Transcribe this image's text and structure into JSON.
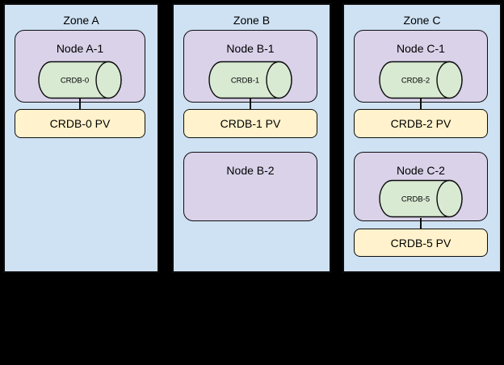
{
  "diagram": {
    "zones": [
      {
        "label": "Zone A",
        "nodes": [
          {
            "label": "Node A-1",
            "db": "CRDB-0",
            "pv": "CRDB-0 PV"
          }
        ]
      },
      {
        "label": "Zone B",
        "nodes": [
          {
            "label": "Node B-1",
            "db": "CRDB-1",
            "pv": "CRDB-1 PV"
          },
          {
            "label": "Node B-2"
          }
        ]
      },
      {
        "label": "Zone C",
        "nodes": [
          {
            "label": "Node C-1",
            "db": "CRDB-2",
            "pv": "CRDB-2 PV"
          },
          {
            "label": "Node C-2",
            "db": "CRDB-5",
            "pv": "CRDB-5 PV"
          }
        ]
      }
    ],
    "colors": {
      "canvas_bg": "#000000",
      "zone_bg": "#cfe2f3",
      "node_bg": "#d9d2e9",
      "db_bg": "#d9ead3",
      "pv_bg": "#fff2cc",
      "border": "#0d0d0d"
    }
  }
}
